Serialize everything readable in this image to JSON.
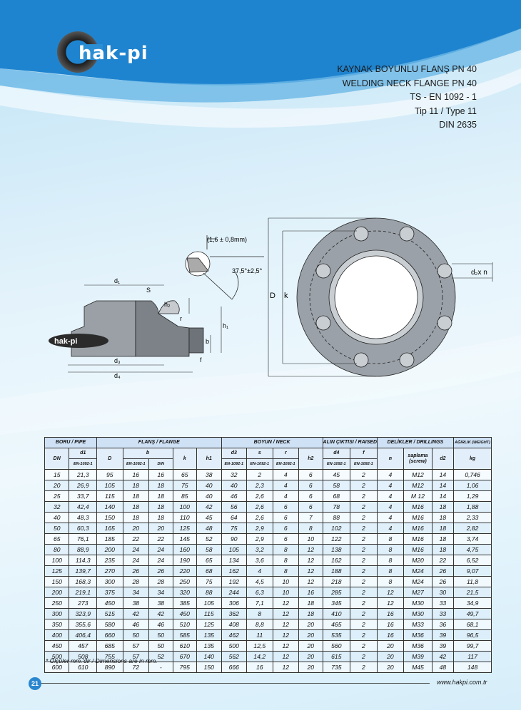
{
  "brand": {
    "logo_text": "hak-pi",
    "watermark": "hak-pi",
    "url": "www.hakpi.com.tr",
    "page_number": "21"
  },
  "titles": {
    "line1": "KAYNAK BOYUNLU FLANŞ PN 40",
    "line2": "WELDING NECK FLANGE PN 40",
    "line3": "TS - EN 1092 - 1",
    "line4": "Tip 11 / Type 11",
    "line5": "DIN 2635"
  },
  "drawing": {
    "face_tolerance": "(1,6 ± 0,8mm)",
    "bevel_angle": "37,5°±2,5°",
    "label_d1": "d₁",
    "label_s": "S",
    "label_h2": "h₂",
    "label_h1": "h₁",
    "label_r": "r",
    "label_b": "b",
    "label_f": "f",
    "label_d3": "d₃",
    "label_d4": "d₄",
    "label_D": "D",
    "label_k": "k",
    "label_d2n": "d₂x n",
    "flange_logo": "hak-pi"
  },
  "table": {
    "groups": {
      "pipe": "BORU / PIPE",
      "flange": "FLANŞ / FLANGE",
      "neck": "BOYUN / NECK",
      "face": "ALIN ÇIKTISI / RAISED FACE",
      "drill": "DELİKLER / DRILLINGS",
      "weight": "AĞIRLIK (WEIGHT)"
    },
    "cols": {
      "dn": "DN",
      "d1": "d1",
      "D": "D",
      "b": "b",
      "k": "k",
      "h1": "h1",
      "d3": "d3",
      "s": "s",
      "r": "r",
      "h2": "h2",
      "d4": "d4",
      "f": "f",
      "n": "n",
      "screw": "saplama (screw)",
      "d2": "d2",
      "kg": "kg"
    },
    "std": {
      "en": "EN-1092-1",
      "din": "DIN"
    },
    "rows": [
      [
        "15",
        "21,3",
        "95",
        "16",
        "16",
        "65",
        "38",
        "32",
        "2",
        "4",
        "6",
        "45",
        "2",
        "4",
        "M12",
        "14",
        "0,746"
      ],
      [
        "20",
        "26,9",
        "105",
        "18",
        "18",
        "75",
        "40",
        "40",
        "2,3",
        "4",
        "6",
        "58",
        "2",
        "4",
        "M12",
        "14",
        "1,06"
      ],
      [
        "25",
        "33,7",
        "115",
        "18",
        "18",
        "85",
        "40",
        "46",
        "2,6",
        "4",
        "6",
        "68",
        "2",
        "4",
        "M 12",
        "14",
        "1,29"
      ],
      [
        "32",
        "42,4",
        "140",
        "18",
        "18",
        "100",
        "42",
        "56",
        "2,6",
        "6",
        "6",
        "78",
        "2",
        "4",
        "M16",
        "18",
        "1,88"
      ],
      [
        "40",
        "48,3",
        "150",
        "18",
        "18",
        "110",
        "45",
        "64",
        "2,6",
        "6",
        "7",
        "88",
        "2",
        "4",
        "M16",
        "18",
        "2,33"
      ],
      [
        "50",
        "60,3",
        "165",
        "20",
        "20",
        "125",
        "48",
        "75",
        "2,9",
        "6",
        "8",
        "102",
        "2",
        "4",
        "M16",
        "18",
        "2,82"
      ],
      [
        "65",
        "76,1",
        "185",
        "22",
        "22",
        "145",
        "52",
        "90",
        "2,9",
        "6",
        "10",
        "122",
        "2",
        "8",
        "M16",
        "18",
        "3,74"
      ],
      [
        "80",
        "88,9",
        "200",
        "24",
        "24",
        "160",
        "58",
        "105",
        "3,2",
        "8",
        "12",
        "138",
        "2",
        "8",
        "M16",
        "18",
        "4,75"
      ],
      [
        "100",
        "114,3",
        "235",
        "24",
        "24",
        "190",
        "65",
        "134",
        "3,6",
        "8",
        "12",
        "162",
        "2",
        "8",
        "M20",
        "22",
        "6,52"
      ],
      [
        "125",
        "139,7",
        "270",
        "26",
        "26",
        "220",
        "68",
        "162",
        "4",
        "8",
        "12",
        "188",
        "2",
        "8",
        "M24",
        "26",
        "9,07"
      ],
      [
        "150",
        "168,3",
        "300",
        "28",
        "28",
        "250",
        "75",
        "192",
        "4,5",
        "10",
        "12",
        "218",
        "2",
        "8",
        "M24",
        "26",
        "11,8"
      ],
      [
        "200",
        "219,1",
        "375",
        "34",
        "34",
        "320",
        "88",
        "244",
        "6,3",
        "10",
        "16",
        "285",
        "2",
        "12",
        "M27",
        "30",
        "21,5"
      ],
      [
        "250",
        "273",
        "450",
        "38",
        "38",
        "385",
        "105",
        "306",
        "7,1",
        "12",
        "18",
        "345",
        "2",
        "12",
        "M30",
        "33",
        "34,9"
      ],
      [
        "300",
        "323,9",
        "515",
        "42",
        "42",
        "450",
        "115",
        "362",
        "8",
        "12",
        "18",
        "410",
        "2",
        "16",
        "M30",
        "33",
        "49,7"
      ],
      [
        "350",
        "355,6",
        "580",
        "46",
        "46",
        "510",
        "125",
        "408",
        "8,8",
        "12",
        "20",
        "465",
        "2",
        "16",
        "M33",
        "36",
        "68,1"
      ],
      [
        "400",
        "406,4",
        "660",
        "50",
        "50",
        "585",
        "135",
        "462",
        "11",
        "12",
        "20",
        "535",
        "2",
        "16",
        "M36",
        "39",
        "96,5"
      ],
      [
        "450",
        "457",
        "685",
        "57",
        "50",
        "610",
        "135",
        "500",
        "12,5",
        "12",
        "20",
        "560",
        "2",
        "20",
        "M36",
        "39",
        "99,7"
      ],
      [
        "500",
        "508",
        "755",
        "57",
        "52",
        "670",
        "140",
        "562",
        "14,2",
        "12",
        "20",
        "615",
        "2",
        "20",
        "M39",
        "42",
        "117"
      ],
      [
        "600",
        "610",
        "890",
        "72",
        "-",
        "795",
        "150",
        "666",
        "16",
        "12",
        "20",
        "735",
        "2",
        "20",
        "M45",
        "48",
        "148"
      ]
    ]
  },
  "note": "* Ölçüler mm.'dir / Dimensions are in mm.",
  "colors": {
    "brand_blue": "#2a86cf",
    "header_blue": "#cfe1f5"
  }
}
